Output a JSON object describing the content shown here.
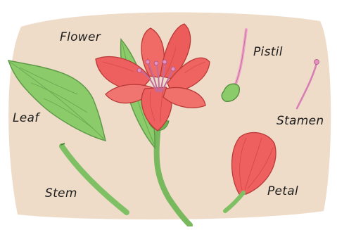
{
  "labels": {
    "flower": "Flower",
    "pistil": "Pistil",
    "leaf": "Leaf",
    "stamen": "Stamen",
    "stem": "Stem",
    "petal": "Petal"
  },
  "colors": {
    "background": "#efdcc8",
    "petal": "#ee5f5f",
    "petal_light": "#f58a85",
    "petal_dark": "#c9423f",
    "leaf": "#8ccb6a",
    "leaf_dark": "#5e9a48",
    "stem": "#7fc064",
    "stamen": "#d77fb5",
    "pistil": "#f0a3c8"
  }
}
